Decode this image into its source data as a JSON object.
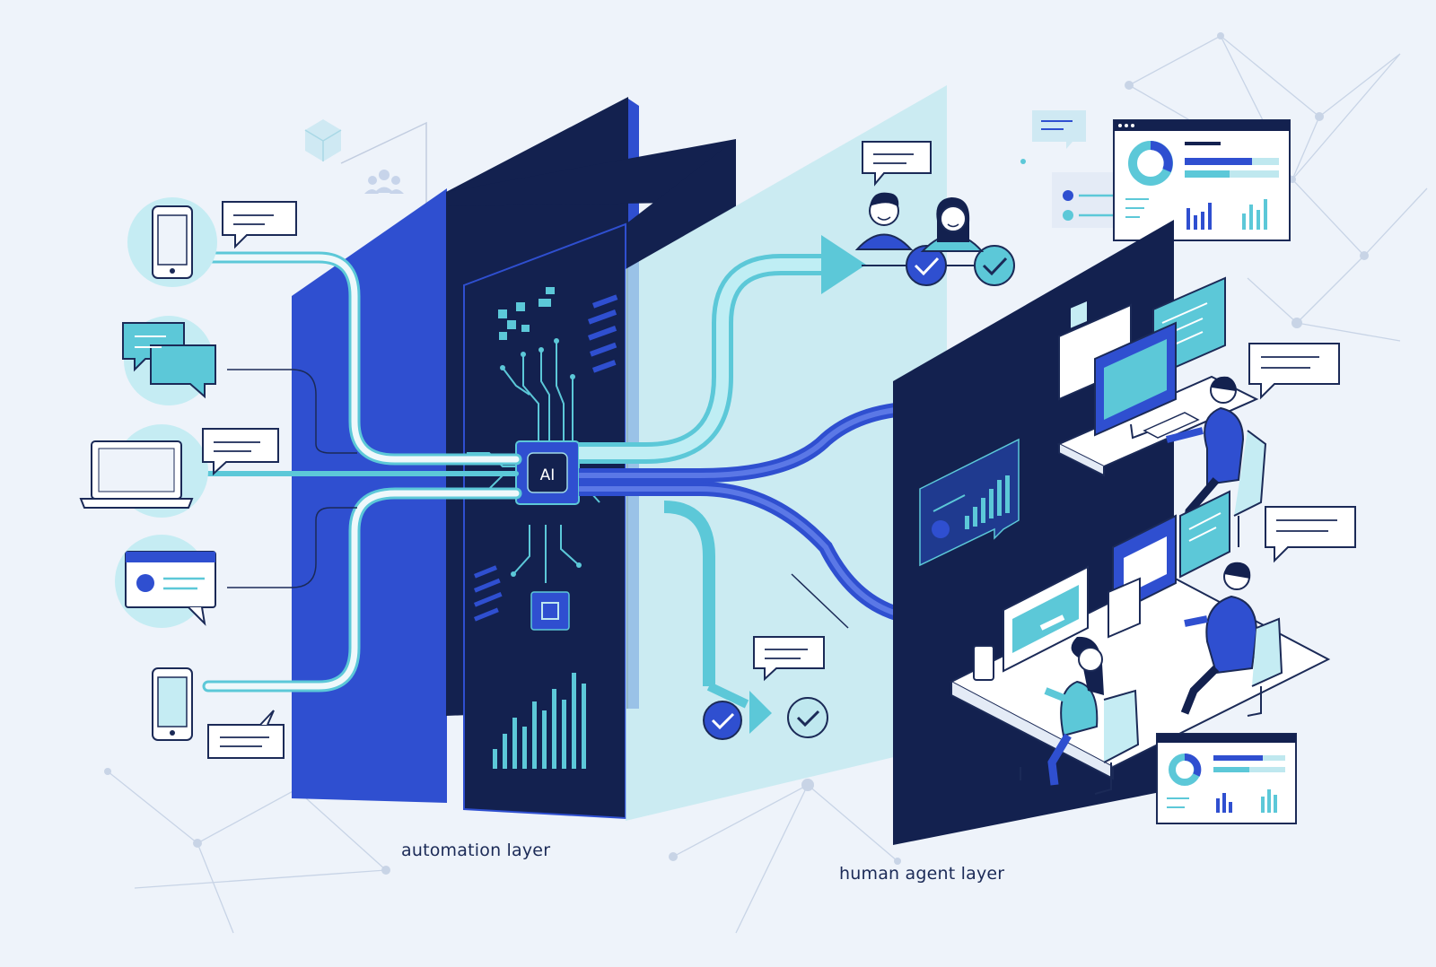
{
  "labels": {
    "automation_layer": "automation layer",
    "human_agent_layer": "human agent layer",
    "ai_chip": "AI"
  },
  "colors": {
    "background": "#eef3fa",
    "navy": "#13214f",
    "royal_blue": "#2f4fd0",
    "teal": "#5cc8d8",
    "light_teal": "#bfe8ef",
    "outline": "#1b2a57"
  },
  "channels": [
    "mobile-app",
    "live-chat",
    "web",
    "website-widget",
    "mobile-app"
  ],
  "icons": [
    "phone-icon",
    "chat-bubbles-icon",
    "laptop-icon",
    "browser-window-icon",
    "phone-icon",
    "ai-chip-icon",
    "processor-icon",
    "check-icon",
    "agent-avatar-icon",
    "dashboard-icon",
    "network-graph-icon",
    "cube-icon",
    "team-icon"
  ]
}
